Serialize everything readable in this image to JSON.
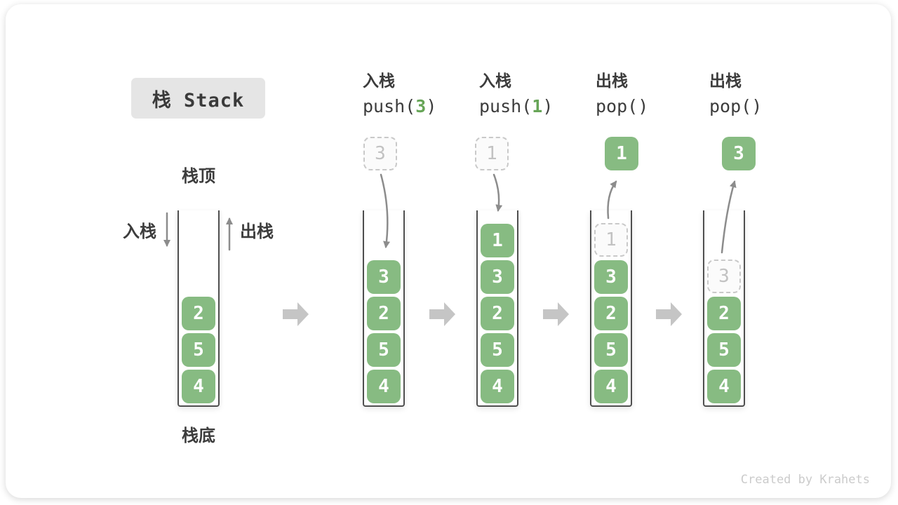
{
  "title_badge": "栈 Stack",
  "watermark": "Created by Krahets",
  "legend": {
    "stack_top": "栈顶",
    "stack_bottom": "栈底",
    "push_cn": "入栈",
    "pop_cn": "出栈"
  },
  "operations": [
    {
      "cn": "入栈",
      "code_pre": "push(",
      "num": "3",
      "code_post": ")"
    },
    {
      "cn": "入栈",
      "code_pre": "push(",
      "num": "1",
      "code_post": ")"
    },
    {
      "cn": "出栈",
      "code_pre": "pop(",
      "num": "",
      "code_post": ")"
    },
    {
      "cn": "出栈",
      "code_pre": "pop(",
      "num": "",
      "code_post": ")"
    }
  ],
  "stacks": [
    {
      "items": [
        "2",
        "5",
        "4"
      ]
    },
    {
      "items": [
        "3",
        "2",
        "5",
        "4"
      ],
      "floating": "3"
    },
    {
      "items": [
        "1",
        "3",
        "2",
        "5",
        "4"
      ],
      "floating": "1"
    },
    {
      "items": [
        "3",
        "2",
        "5",
        "4"
      ],
      "ghost": "1",
      "popped": "1"
    },
    {
      "items": [
        "2",
        "5",
        "4"
      ],
      "ghost": "3",
      "popped": "3"
    }
  ],
  "colors": {
    "green": "#87BB82",
    "code_green": "#67A557",
    "arrow_gray": "#8C8C8C",
    "big_arrow_gray": "#C5C5C5"
  }
}
